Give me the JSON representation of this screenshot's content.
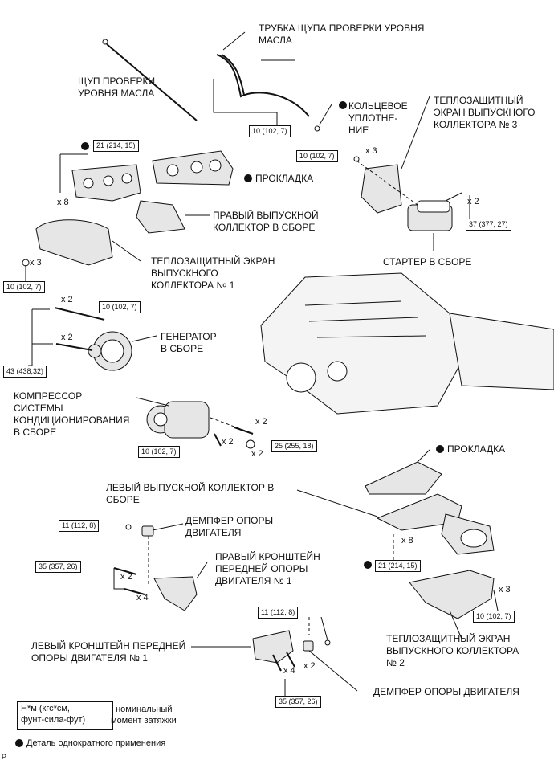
{
  "labels": {
    "dipstick_tube": "ТРУБКА ЩУПА ПРОВЕРКИ УРОВНЯ\nМАСЛА",
    "dipstick": "ЩУП ПРОВЕРКИ\nУРОВНЯ МАСЛА",
    "o_ring": "КОЛЬЦЕВОЕ\nУПЛОТНЕ-\nНИЕ",
    "heat_shield_3": "ТЕПЛОЗАЩИТНЫЙ\nЭКРАН ВЫПУСКНОГО\nКОЛЛЕКТОРА № 3",
    "gasket_top": "ПРОКЛАДКА",
    "right_manifold": "ПРАВЫЙ ВЫПУСКНОЙ\nКОЛЛЕКТОР В СБОРЕ",
    "starter": "СТАРТЕР В СБОРЕ",
    "heat_shield_1": "ТЕПЛОЗАЩИТНЫЙ ЭКРАН\nВЫПУСКНОГО\nКОЛЛЕКТОРА № 1",
    "generator": "ГЕНЕРАТОР\nВ СБОРЕ",
    "compressor": "КОМПРЕССОР\nСИСТЕМЫ\nКОНДИЦИОНИРОВАНИЯ\nВ СБОРЕ",
    "gasket_bottom": "ПРОКЛАДКА",
    "left_manifold": "ЛЕВЫЙ ВЫПУСКНОЙ КОЛЛЕКТОР В\nСБОРЕ",
    "damper_top": "ДЕМПФЕР ОПОРЫ\nДВИГАТЕЛЯ",
    "right_bracket": "ПРАВЫЙ КРОНШТЕЙН\nПЕРЕДНЕЙ ОПОРЫ\nДВИГАТЕЛЯ № 1",
    "heat_shield_2": "ТЕПЛОЗАЩИТНЫЙ ЭКРАН\nВЫПУСКНОГО КОЛЛЕКТОРА\n№ 2",
    "left_bracket": "ЛЕВЫЙ КРОНШТЕЙН ПЕРЕДНЕЙ\nОПОРЫ ДВИГАТЕЛЯ № 1",
    "damper_bottom": "ДЕМПФЕР ОПОРЫ ДВИГАТЕЛЯ"
  },
  "torques": {
    "t1": "10 (102, 7)",
    "t2": "21 (214, 15)",
    "t3": "10 (102, 7)",
    "t4": "37 (377, 27)",
    "t5": "10 (102, 7)",
    "t6": "10 (102, 7)",
    "t7": "43 (438,32)",
    "t8": "10 (102, 7)",
    "t9": "25 (255, 18)",
    "t10": "11 (112, 8)",
    "t11": "21 (214, 15)",
    "t12": "35 (357, 26)",
    "t13": "10 (102, 7)",
    "t14": "11 (112, 8)",
    "t15": "35 (357, 26)"
  },
  "quantities": {
    "q1": "x 8",
    "q2": "x 3",
    "q3": "x 2",
    "q4": "x 3",
    "q5": "x 2",
    "q6": "x 2",
    "q7": "x 2",
    "q8": "x 2",
    "q9": "x 2",
    "q10": "x 8",
    "q11": "x 2",
    "q12": "x 4",
    "q13": "x 3",
    "q14": "x 4",
    "q15": "x 2"
  },
  "legend": {
    "box": "Н*м (кгс*см,\nфунт-сила-фут)",
    "box_desc": ": номинальный\nмомент затяжки",
    "single_use": "Деталь однократного применения"
  },
  "corner_mark": "P",
  "colors": {
    "ink": "#111111",
    "part_fill": "#e6e6e6"
  }
}
